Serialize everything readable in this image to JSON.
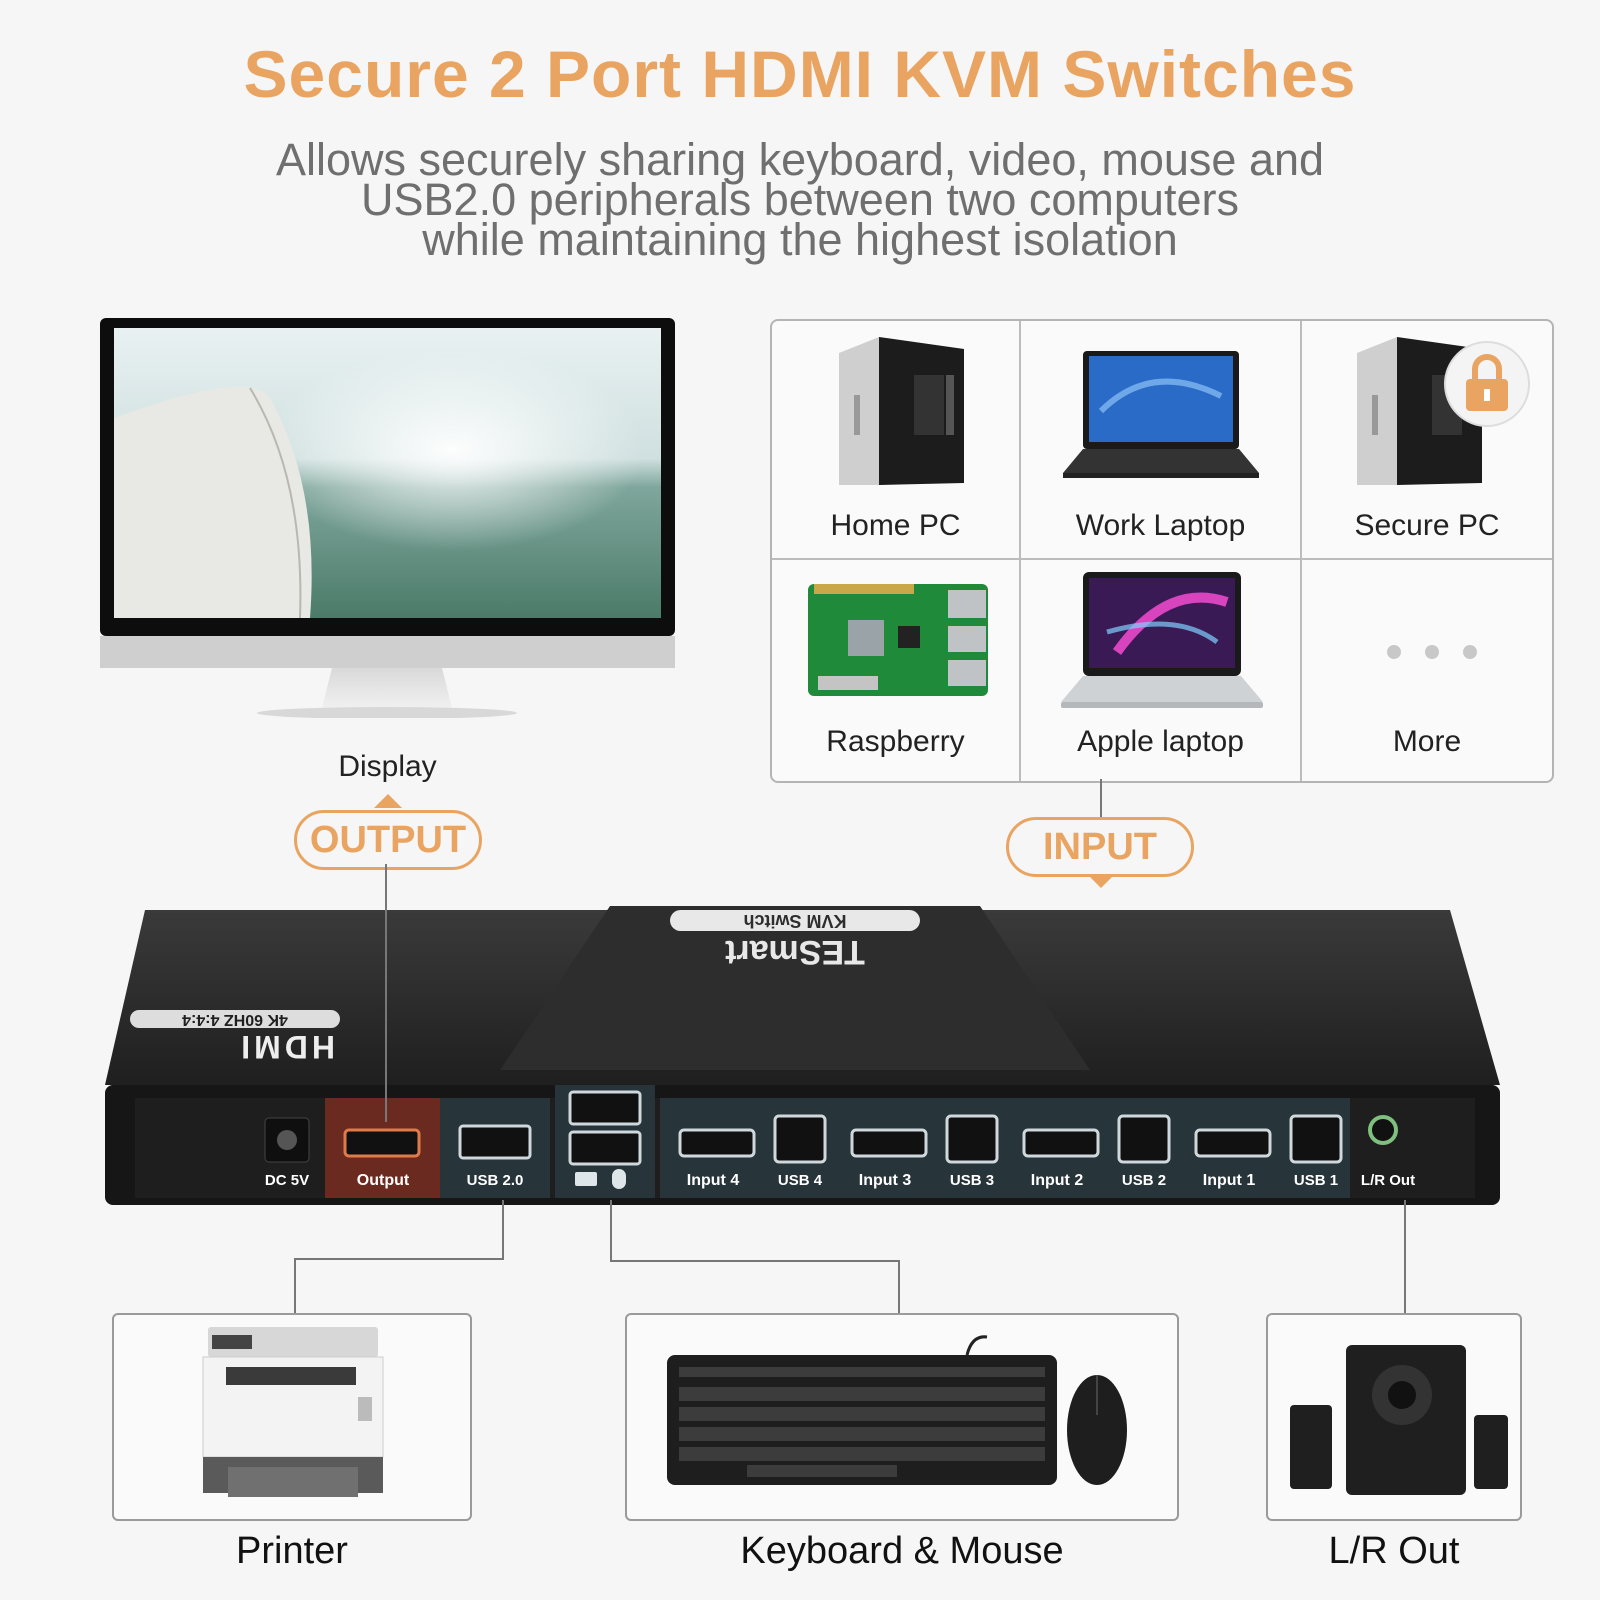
{
  "header": {
    "title": "Secure 2 Port HDMI KVM Switches",
    "subtitle_lines": [
      "Allows securely sharing keyboard, video, mouse and",
      "USB2.0 peripherals between two computers",
      "while maintaining the highest isolation"
    ]
  },
  "display": {
    "label": "Display",
    "badge": "OUTPUT"
  },
  "inputs": {
    "badge": "INPUT",
    "devices": [
      {
        "label": "Home PC",
        "icon": "tower-pc-icon"
      },
      {
        "label": "Work Laptop",
        "icon": "laptop-icon"
      },
      {
        "label": "Secure PC",
        "icon": "tower-pc-lock-icon"
      },
      {
        "label": "Raspberry",
        "icon": "raspberry-pi-board-icon"
      },
      {
        "label": "Apple laptop",
        "icon": "macbook-icon"
      },
      {
        "label": "More",
        "icon": "ellipsis-icon"
      }
    ]
  },
  "switch_unit": {
    "brand": "TESmart",
    "model": "KVM Switch",
    "hdmi_badge": "HDMI",
    "hdmi_spec": "4K 60HZ 4:4:4",
    "ports": [
      "DC 5V",
      "Output",
      "USB 2.0",
      "Input 4",
      "USB 4",
      "Input 3",
      "USB 3",
      "Input 2",
      "USB 2",
      "Input 1",
      "USB 1",
      "L/R Out"
    ]
  },
  "peripherals": [
    {
      "label": "Printer",
      "icon": "printer-icon"
    },
    {
      "label": "Keyboard & Mouse",
      "icon": "keyboard-mouse-icon"
    },
    {
      "label": "L/R Out",
      "icon": "speakers-icon"
    }
  ],
  "colors": {
    "accent": "#e9a461",
    "title": "#e9a461",
    "subtitle": "#6f6f6f",
    "device_body": "#2b2b2b",
    "port_panel": "#27343a"
  }
}
